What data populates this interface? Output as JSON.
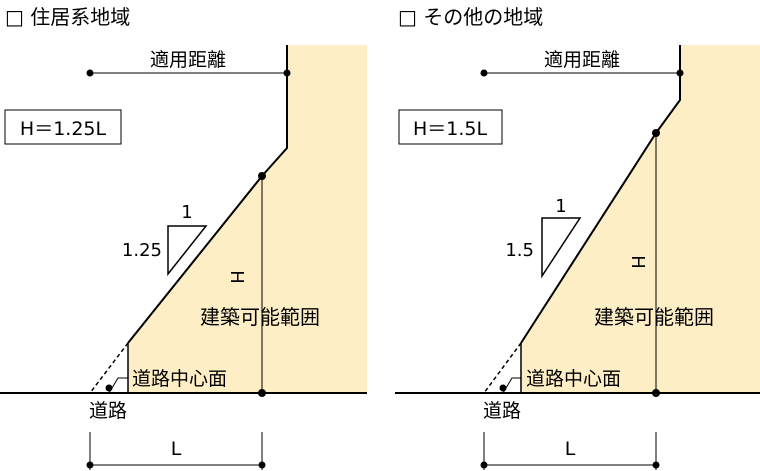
{
  "colors": {
    "buildable_fill": "#fdeec6",
    "line": "#000000",
    "background": "#ffffff"
  },
  "panels": [
    {
      "title": "□ 住居系地域",
      "formula": "H＝1.25L",
      "applied_distance": "適用距離",
      "slope_rise": "1.25",
      "slope_run": "1",
      "height_label": "H",
      "buildable_area": "建築可能範囲",
      "road_center": "道路中心面",
      "road": "道路",
      "distance_label": "L"
    },
    {
      "title": "□ その他の地域",
      "formula": "H＝1.5L",
      "applied_distance": "適用距離",
      "slope_rise": "1.5",
      "slope_run": "1",
      "height_label": "H",
      "buildable_area": "建築可能範囲",
      "road_center": "道路中心面",
      "road": "道路",
      "distance_label": "L"
    }
  ]
}
